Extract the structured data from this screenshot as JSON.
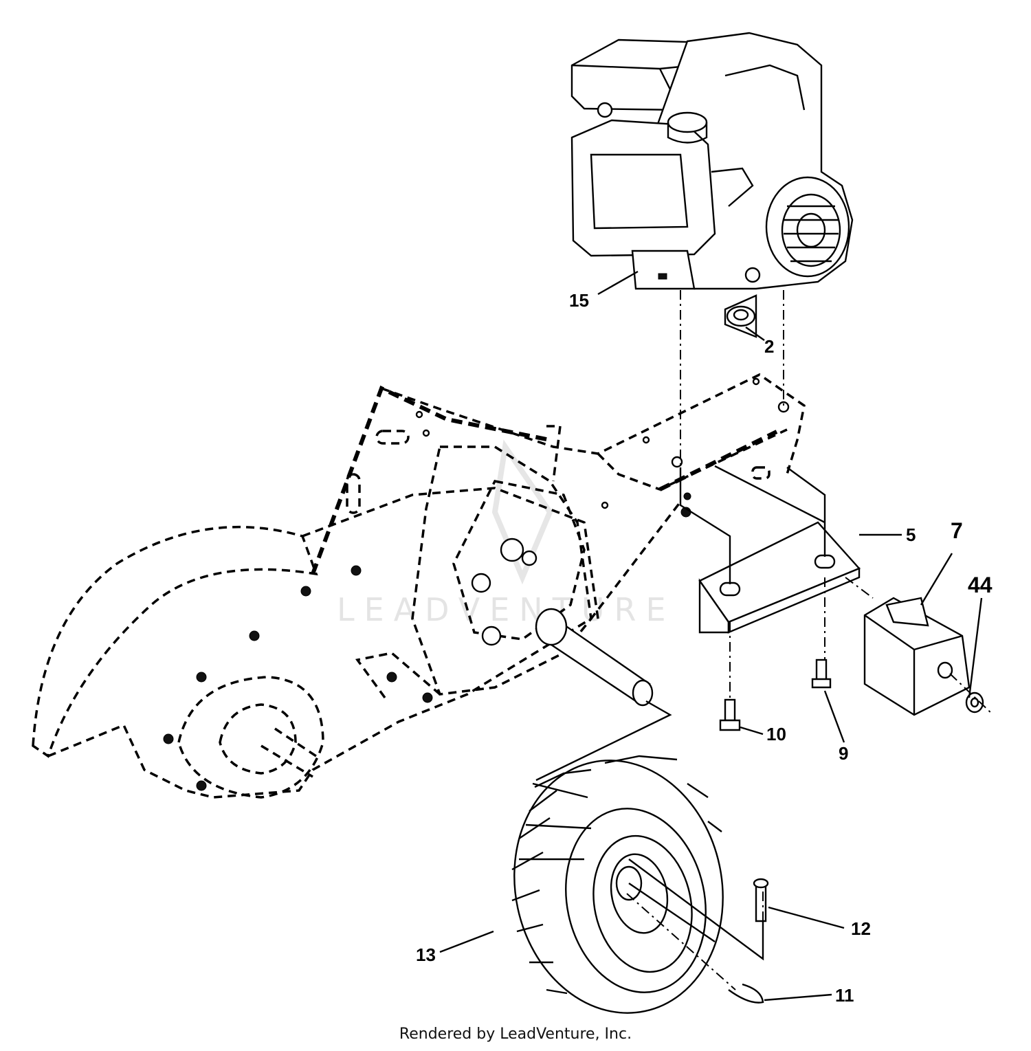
{
  "diagram": {
    "watermark": "LEADVENTURE",
    "footer": "Rendered by LeadVenture, Inc.",
    "callouts": {
      "c15": "15",
      "c2": "2",
      "c5": "5",
      "c7": "7",
      "c44": "44",
      "c10": "10",
      "c9": "9",
      "c12": "12",
      "c13": "13",
      "c11": "11"
    }
  }
}
